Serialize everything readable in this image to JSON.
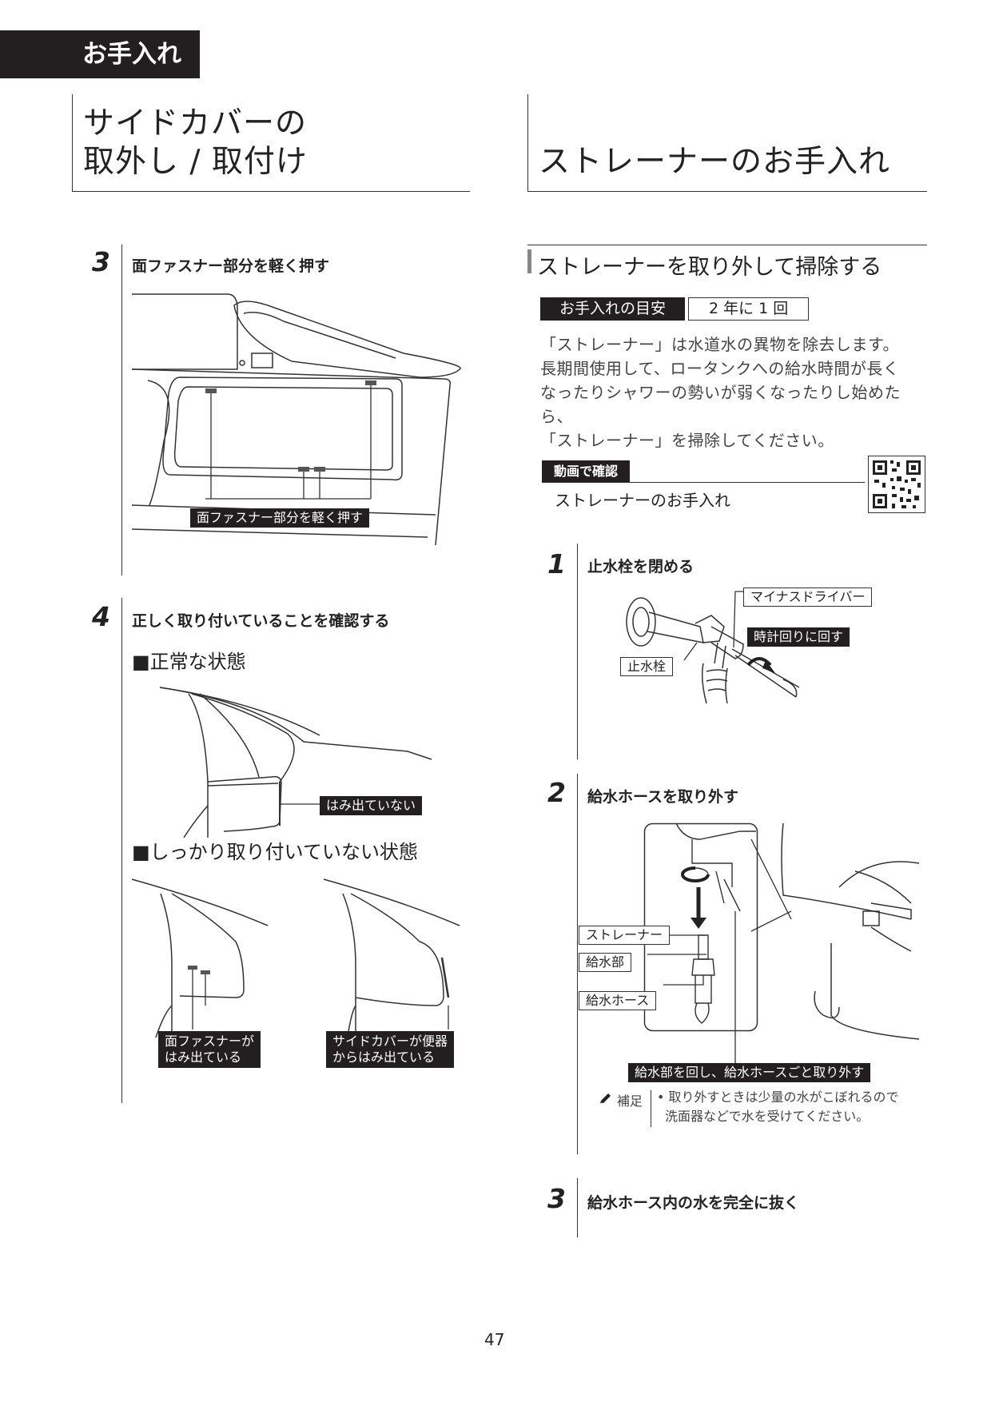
{
  "header": {
    "section": "お手入れ"
  },
  "left": {
    "title_line1": "サイドカバーの",
    "title_line2": "取外し / 取付け",
    "step3": {
      "num": "3",
      "title": "面ファスナー部分を軽く押す",
      "callout": "面ファスナー部分を軽く押す"
    },
    "step4": {
      "num": "4",
      "title": "正しく取り付いていることを確認する",
      "normal_heading": "■正常な状態",
      "normal_callout": "はみ出ていない",
      "bad_heading": "■しっかり取り付いていない状態",
      "bad_callout1_line1": "面ファスナーが",
      "bad_callout1_line2": "はみ出ている",
      "bad_callout2_line1": "サイドカバーが便器",
      "bad_callout2_line2": "からはみ出ている"
    }
  },
  "right": {
    "title": "ストレーナーのお手入れ",
    "subheading": "ストレーナーを取り外して掃除する",
    "guide_label": "お手入れの目安",
    "guide_value": "2 年に 1 回",
    "body": [
      "「ストレーナー」は水道水の異物を除去します。",
      "長期間使用して、ロータンクへの給水時間が長く",
      "なったりシャワーの勢いが弱くなったりし始めたら、",
      "「ストレーナー」を掃除してください。"
    ],
    "video_label": "動画で確認",
    "video_title": "ストレーナーのお手入れ",
    "step1": {
      "num": "1",
      "title": "止水栓を閉める",
      "label_driver": "マイナスドライバー",
      "label_turn": "時計回りに回す",
      "label_valve": "止水栓"
    },
    "step2": {
      "num": "2",
      "title": "給水ホースを取り外す",
      "label_strainer": "ストレーナー",
      "label_supply": "給水部",
      "label_hose": "給水ホース",
      "callout": "給水部を回し、給水ホースごと取り外す",
      "note_label": "補足",
      "note_line1": "• 取り外すときは少量の水がこぼれるので",
      "note_line2": "洗面器などで水を受けてください。"
    },
    "step3": {
      "num": "3",
      "title": "給水ホース内の水を完全に抜く"
    }
  },
  "footer": {
    "page": "47"
  }
}
